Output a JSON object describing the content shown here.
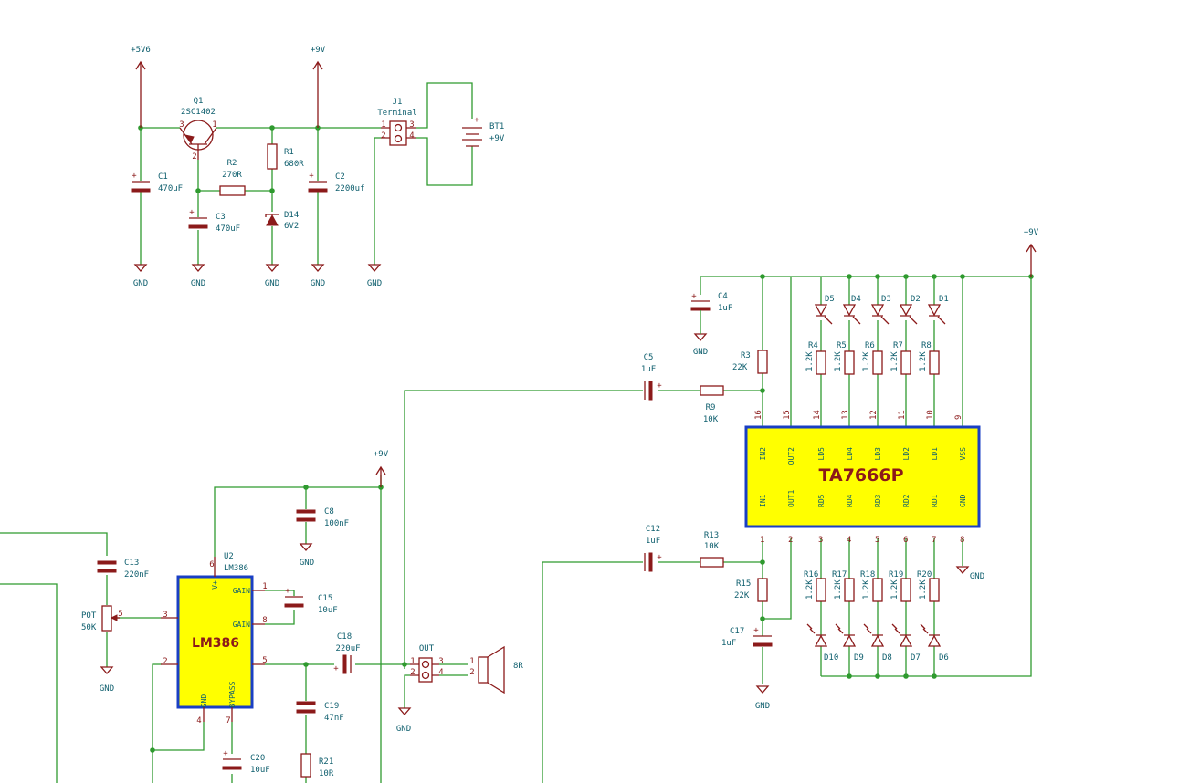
{
  "power": {
    "v5v6": "+5V6",
    "v9_top": "+9V",
    "v9_right": "+9V",
    "v9_mid": "+9V",
    "gnd": "GND"
  },
  "components": {
    "q1": {
      "ref": "Q1",
      "value": "2SC1402",
      "pins": [
        "3",
        "1",
        "2"
      ]
    },
    "r1": {
      "ref": "R1",
      "value": "680R"
    },
    "r2": {
      "ref": "R2",
      "value": "270R"
    },
    "c1": {
      "ref": "C1",
      "value": "470uF"
    },
    "c2": {
      "ref": "C2",
      "value": "2200uf"
    },
    "c3": {
      "ref": "C3",
      "value": "470uF"
    },
    "d14": {
      "ref": "D14",
      "value": "6V2"
    },
    "j1": {
      "ref": "J1",
      "value": "Terminal",
      "pins": [
        "1",
        "2",
        "3",
        "4"
      ]
    },
    "bt1": {
      "ref": "BT1",
      "value": "+9V"
    },
    "c4": {
      "ref": "C4",
      "value": "1uF"
    },
    "c5": {
      "ref": "C5",
      "value": "1uF"
    },
    "r3": {
      "ref": "R3",
      "value": "22K"
    },
    "r9": {
      "ref": "R9",
      "value": "10K"
    },
    "c12": {
      "ref": "C12",
      "value": "1uF"
    },
    "r13": {
      "ref": "R13",
      "value": "10K"
    },
    "r15": {
      "ref": "R15",
      "value": "22K"
    },
    "c17": {
      "ref": "C17",
      "value": "1uF"
    },
    "c8": {
      "ref": "C8",
      "value": "100nF"
    },
    "c13": {
      "ref": "C13",
      "value": "220nF"
    },
    "c15": {
      "ref": "C15",
      "value": "10uF"
    },
    "c18": {
      "ref": "C18",
      "value": "220uF"
    },
    "c19": {
      "ref": "C19",
      "value": "47nF"
    },
    "c20": {
      "ref": "C20",
      "value": "10uF"
    },
    "r21": {
      "ref": "R21",
      "value": "10R"
    },
    "pot": {
      "ref": "POT",
      "value": "50K"
    },
    "out": {
      "ref": "OUT"
    },
    "spk": {
      "value": "8R"
    },
    "u2": {
      "ref": "U2",
      "value": "LM386"
    }
  },
  "led_top": [
    "D5",
    "D4",
    "D3",
    "D2",
    "D1"
  ],
  "res_top": [
    "R4",
    "R5",
    "R6",
    "R7",
    "R8"
  ],
  "led_bottom": [
    "D10",
    "D9",
    "D8",
    "D7",
    "D6"
  ],
  "res_bottom": [
    "R16",
    "R17",
    "R18",
    "R19",
    "R20"
  ],
  "res_led_value": "1.2K",
  "ta7666p": {
    "name": "TA7666P",
    "top_pins": [
      {
        "num": "16",
        "name": "IN2"
      },
      {
        "num": "15",
        "name": "OUT2"
      },
      {
        "num": "14",
        "name": "LD5"
      },
      {
        "num": "13",
        "name": "LD4"
      },
      {
        "num": "12",
        "name": "LD3"
      },
      {
        "num": "11",
        "name": "LD2"
      },
      {
        "num": "10",
        "name": "LD1"
      },
      {
        "num": "9",
        "name": "VSS"
      }
    ],
    "bottom_pins": [
      {
        "num": "1",
        "name": "IN1"
      },
      {
        "num": "2",
        "name": "OUT1"
      },
      {
        "num": "3",
        "name": "RD5"
      },
      {
        "num": "4",
        "name": "RD4"
      },
      {
        "num": "5",
        "name": "RD3"
      },
      {
        "num": "6",
        "name": "RD2"
      },
      {
        "num": "7",
        "name": "RD1"
      },
      {
        "num": "8",
        "name": "GND"
      }
    ]
  },
  "lm386": {
    "name": "LM386",
    "pin_names": {
      "vplus": "V+",
      "gain1": "GAIN",
      "gain8": "GAIN",
      "gnd": "GND",
      "bypass": "BYPASS"
    },
    "pin_nums": {
      "p6": "6",
      "p1": "1",
      "p8": "8",
      "p3": "3",
      "p2": "2",
      "p5": "5",
      "p4": "4",
      "p7": "7"
    }
  },
  "pot_pin": "5",
  "out_pins": [
    "1",
    "2",
    "3",
    "4"
  ],
  "spk_pins": [
    "1",
    "2"
  ],
  "colors": {
    "wire": "#2f9a2f",
    "part": "#8b1a1a",
    "label": "#0f5f6e",
    "ic_fill": "#ffff00",
    "ic_border": "#1a3fc4"
  }
}
